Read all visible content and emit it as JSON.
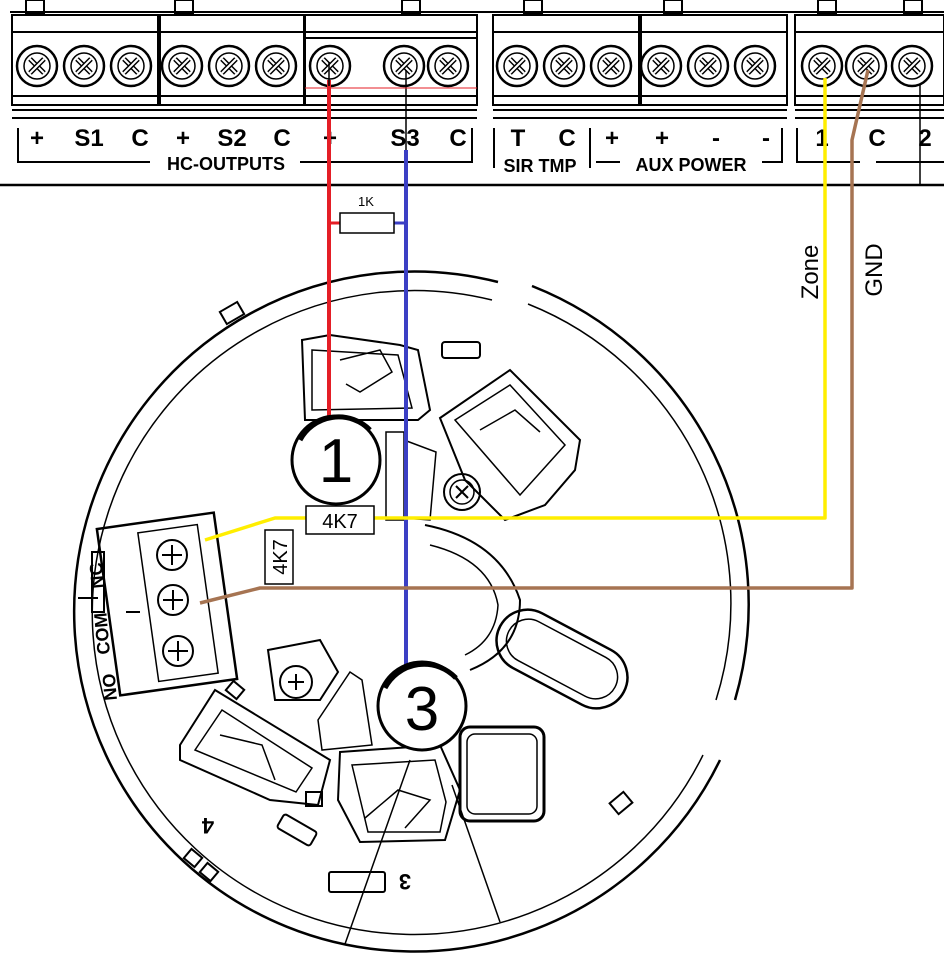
{
  "panel": {
    "terminal_labels": [
      "+",
      "S1",
      "C",
      "+",
      "S2",
      "C",
      "+",
      "S3",
      "C",
      "T",
      "C",
      "+",
      "+",
      "-",
      "-",
      "1",
      "C",
      "2"
    ],
    "groups": {
      "hc_outputs": "HC-OUTPUTS",
      "sir_tmp": "SIR TMP",
      "aux_power": "AUX POWER"
    }
  },
  "wires": {
    "zone_label": "Zone",
    "gnd_label": "GND",
    "colors": {
      "red": "#e41e26",
      "blue": "#3b3fc4",
      "yellow": "#ffee00",
      "brown": "#a67452"
    }
  },
  "resistors": {
    "r1k": "1K",
    "r1k_color": "#22a83a",
    "r4k7_a": "4K7",
    "r4k7_b": "4K7"
  },
  "base": {
    "terminal_1": "1",
    "terminal_3": "3",
    "relay_labels": [
      "NO",
      "COM",
      "NC"
    ],
    "marker_4": "4",
    "marker_3": "3"
  }
}
